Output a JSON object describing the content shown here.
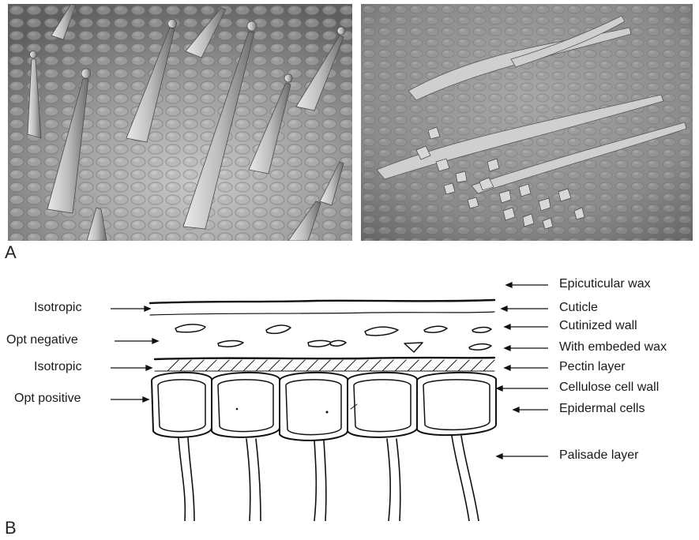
{
  "panels": {
    "a": "A",
    "b": "B"
  },
  "photos": {
    "left": "scanning-electron-micrograph-leaf-trichomes",
    "right": "scanning-electron-micrograph-damaged-leaf-surface"
  },
  "left_labels": {
    "isotropic_top": "Isotropic",
    "opt_negative": "Opt negative",
    "isotropic_bottom": "Isotropic",
    "opt_positive": "Opt positive"
  },
  "right_labels": {
    "epicuticular_wax": "Epicuticular wax",
    "cuticle": "Cuticle",
    "cutinized_wall": "Cutinized wall",
    "embedded_wax": "With embeded wax",
    "pectin_layer": "Pectin layer",
    "cellulose_cell_wall": "Cellulose cell wall",
    "epidermal_cells": "Epidermal cells",
    "palisade_layer": "Palisade layer"
  }
}
